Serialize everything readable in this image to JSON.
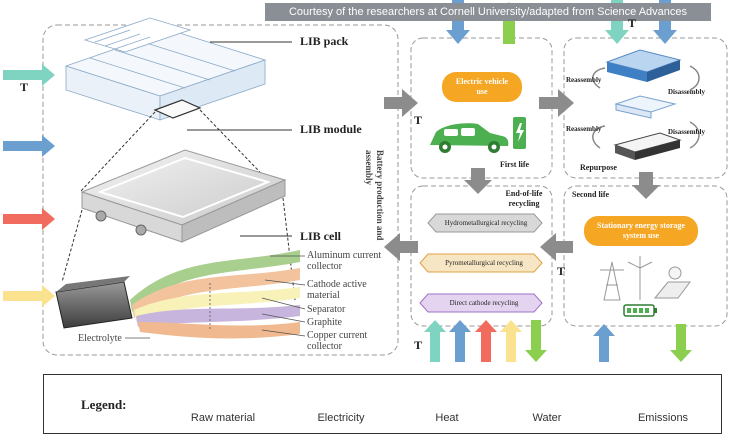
{
  "credit": "Courtesy of the researchers at Cornell University/adapted from Science Advances",
  "left_panel": {
    "pack_label": "LIB pack",
    "module_label": "LIB module",
    "cell_label": "LIB cell",
    "process_label_line1": "Battery production",
    "process_label_line2": "and assembly",
    "layers": [
      "Aluminum current collector",
      "Cathode active material",
      "Separator",
      "Graphite",
      "Copper current collector"
    ],
    "electrolyte": "Electrolyte"
  },
  "first_life": {
    "pill": "Electric vehicle use",
    "caption": "First life"
  },
  "repurpose": {
    "reassembly_top": "Reassembly",
    "disassembly_top": "Disassembly",
    "reassembly_bottom": "Reassembly",
    "disassembly_bottom": "Disassembly",
    "caption": "Repurpose"
  },
  "second_life": {
    "caption": "Second life",
    "pill": "Stationary energy storage system use"
  },
  "recycling": {
    "caption": "End-of-life recycling",
    "methods": [
      "Hydrometallurgical recycling",
      "Pyrometallurgical recycling",
      "Direct cathode recycling"
    ]
  },
  "t_marks": {
    "left": "T",
    "mid": "T",
    "right_top": "T",
    "right_mid": "T",
    "bottom": "T"
  },
  "legend": {
    "title": "Legend:",
    "items": [
      {
        "label": "Raw material",
        "color": "#7fd4c1"
      },
      {
        "label": "Electricity",
        "color": "#6a9fd0"
      },
      {
        "label": "Heat",
        "color": "#f26b5f"
      },
      {
        "label": "Water",
        "color": "#fbe28e"
      },
      {
        "label": "Emissions",
        "color": "#8ccf4f"
      }
    ]
  },
  "colors": {
    "raw": "#7fd4c1",
    "electricity": "#6a9fd0",
    "heat": "#f26b5f",
    "water": "#fbe28e",
    "emissions": "#8ccf4f",
    "process_arrow": "#8c8c8c",
    "pill_orange": "#f5a623"
  }
}
